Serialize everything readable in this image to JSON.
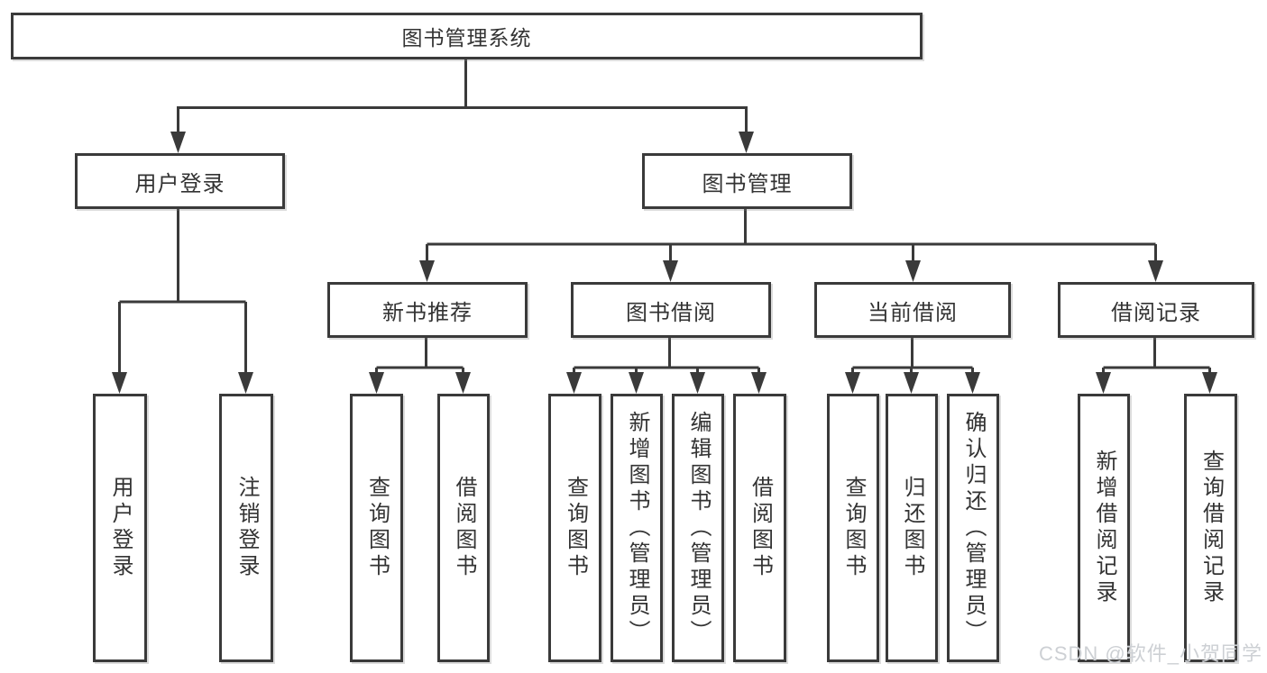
{
  "diagram": {
    "root": {
      "label": "图书管理系统"
    },
    "level2": [
      {
        "label": "用户登录"
      },
      {
        "label": "图书管理"
      }
    ],
    "level3": [
      {
        "label": "新书推荐"
      },
      {
        "label": "图书借阅"
      },
      {
        "label": "当前借阅"
      },
      {
        "label": "借阅记录"
      }
    ],
    "leaves": {
      "user_login": [
        {
          "label": "用户登录"
        },
        {
          "label": "注销登录"
        }
      ],
      "new_books": [
        {
          "label": "查询图书"
        },
        {
          "label": "借阅图书"
        }
      ],
      "book_borrow": [
        {
          "label": "查询图书"
        },
        {
          "label": "新增图书（管理员）"
        },
        {
          "label": "编辑图书（管理员）"
        },
        {
          "label": "借阅图书"
        }
      ],
      "current_borrow": [
        {
          "label": "查询图书"
        },
        {
          "label": "归还图书"
        },
        {
          "label": "确认归还（管理员）"
        }
      ],
      "borrow_records": [
        {
          "label": "新增借阅记录"
        },
        {
          "label": "查询借阅记录"
        }
      ]
    }
  },
  "watermark": {
    "text": "CSDN @软件_小贺同学"
  },
  "colors": {
    "line": "#3a3a3a",
    "box_border": "#3a3a3a",
    "box_bg": "#ffffff",
    "text": "#333333",
    "watermark": "#cdd0d4",
    "background": "#ffffff"
  }
}
